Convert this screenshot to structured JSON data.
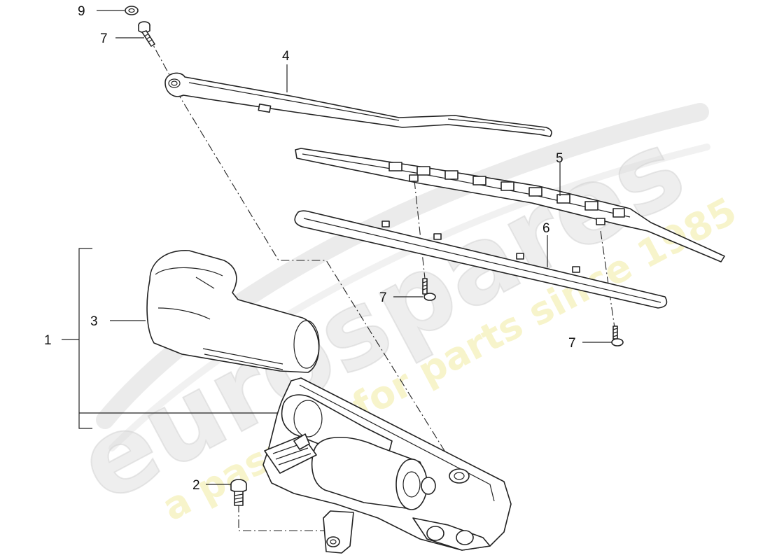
{
  "watermark": {
    "brand": "eurospares",
    "slogan": "a passion for parts since 1985",
    "brand_color": "#d9d9d9",
    "slogan_color": "#f3efb5"
  },
  "callouts": [
    {
      "id": "c9",
      "label": "9"
    },
    {
      "id": "c7a",
      "label": "7"
    },
    {
      "id": "c4",
      "label": "4"
    },
    {
      "id": "c5",
      "label": "5"
    },
    {
      "id": "c6",
      "label": "6"
    },
    {
      "id": "c7b",
      "label": "7"
    },
    {
      "id": "c7c",
      "label": "7"
    },
    {
      "id": "c1",
      "label": "1"
    },
    {
      "id": "c3",
      "label": "3"
    },
    {
      "id": "c2",
      "label": "2"
    }
  ],
  "parts": [
    {
      "ref": "1",
      "name": "wiper-motor-assembly"
    },
    {
      "ref": "2",
      "name": "screw"
    },
    {
      "ref": "3",
      "name": "motor-cover"
    },
    {
      "ref": "4",
      "name": "wiper-arm"
    },
    {
      "ref": "5",
      "name": "wiper-blade"
    },
    {
      "ref": "6",
      "name": "spoiler-strip"
    },
    {
      "ref": "7",
      "name": "screw"
    },
    {
      "ref": "9",
      "name": "washer"
    }
  ]
}
